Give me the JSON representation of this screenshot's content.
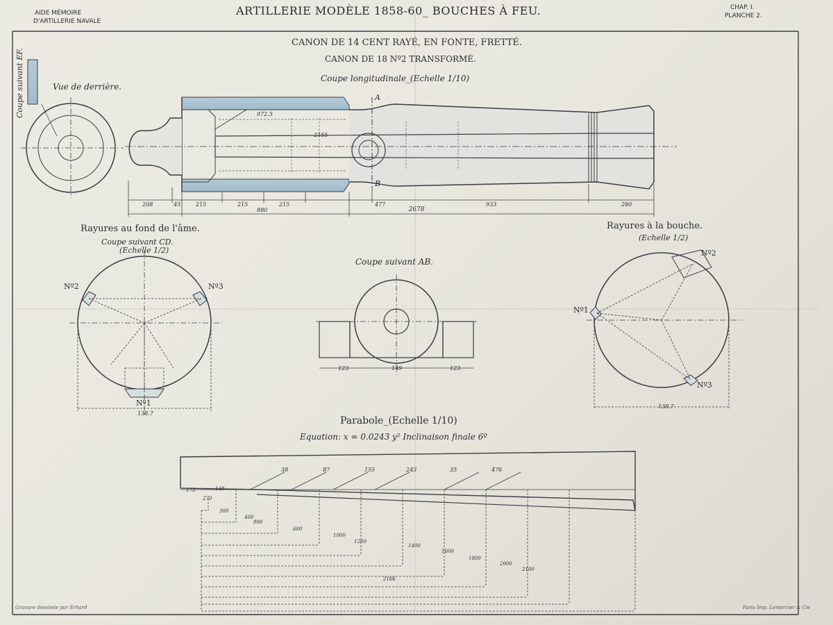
{
  "header": {
    "left_line1": "AIDE MÉMOIRE",
    "left_line2": "D'ARTILLERIE NAVALE",
    "title": "ARTILLERIE MODÈLE 1858-60_ BOUCHES À FEU.",
    "right_line1": "CHAP. I.",
    "right_line2": "PLANCHE 2."
  },
  "plate": {
    "title_line1": "CANON DE 14 CENT RAYÉ, EN FONTE, FRETTÉ.",
    "title_line2": "CANON DE 18 Nº2 TRANSFORMÉ.",
    "section_title": "Coupe longitudinale_(Echelle 1/10)",
    "side_label": "Coupe suivant EF.",
    "rear_view_label": "Vue de derrière.",
    "section_marks": [
      "A",
      "B"
    ],
    "long_dims": [
      "208",
      "45",
      "215",
      "215",
      "215",
      "880",
      "477",
      "933",
      "280",
      "2678"
    ],
    "inner_dims": [
      "972.5",
      "2155"
    ]
  },
  "views": {
    "left": {
      "title": "Rayures au fond de l'âme.",
      "subtitle": "Coupe suivant CD.",
      "scale": "(Echelle 1/2)",
      "labels": [
        "Nº2",
        "Nº3",
        "Nº1"
      ],
      "dim": "138.7"
    },
    "center": {
      "title": "Coupe suivant AB.",
      "dims": [
        "123",
        "149",
        "123"
      ]
    },
    "right": {
      "title": "Rayures à la bouche.",
      "scale": "(Echelle 1/2)",
      "labels": [
        "Nº1",
        "Nº2",
        "Nº3"
      ],
      "dim": "138.7"
    }
  },
  "parabola": {
    "title": "Parabole_(Echelle 1/10)",
    "equation": "Equation: x = 0.0243 y²  Inclinaison finale 6º",
    "top_values": [
      "38",
      "87",
      "155",
      "243",
      "35",
      "476"
    ],
    "y_values": [
      "173",
      "148",
      "270",
      "300",
      "400",
      "600",
      "800",
      "1000",
      "1200",
      "1400",
      "1600",
      "1800",
      "2000",
      "2100",
      "2166"
    ]
  },
  "footer": {
    "left": "Gravure dessinée par Erhard",
    "right": "Paris Imp. Lemercier & Cie"
  }
}
